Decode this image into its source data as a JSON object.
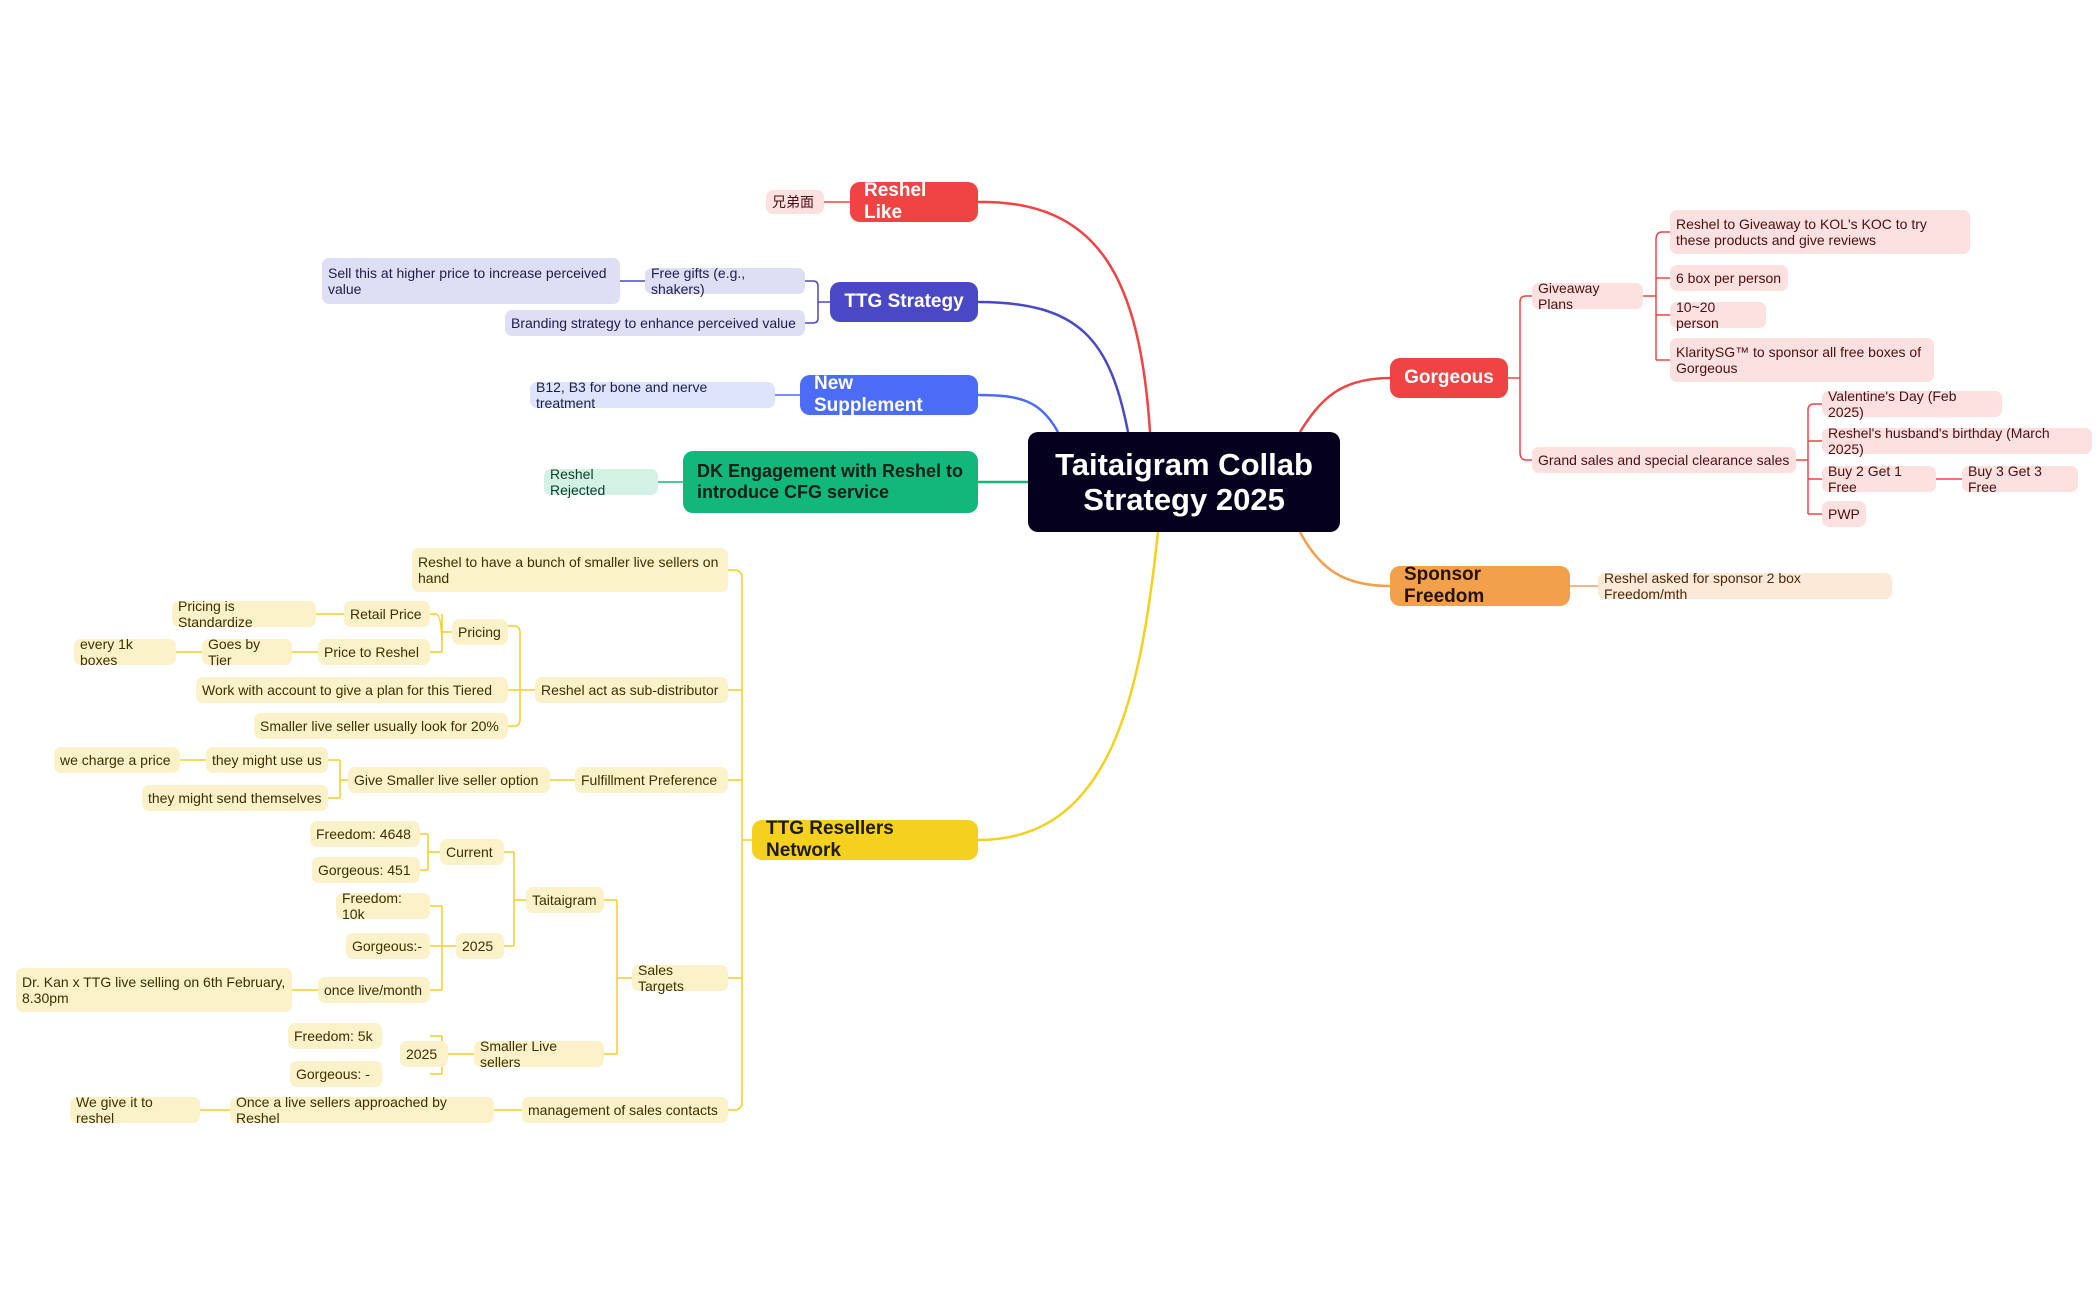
{
  "center": {
    "title": "Taitaigram Collab Strategy 2025"
  },
  "colors": {
    "red": "#f04444",
    "indigo": "#4a48c4",
    "blue": "#4a6cf6",
    "green": "#12b87a",
    "orange": "#f3a04c",
    "yellow": "#f3d11e",
    "center": "#05001d"
  },
  "branches": {
    "reshel_like": {
      "label": "Reshel Like",
      "children": [
        "兄弟面"
      ]
    },
    "ttg_strategy": {
      "label": "TTG Strategy",
      "free_gifts": "Free gifts (e.g., shakers)",
      "higher_price": "Sell this at higher price to increase perceived value",
      "branding": "Branding strategy to enhance perceived value"
    },
    "new_supplement": {
      "label": "New Supplement",
      "child": "B12, B3 for bone and nerve treatment"
    },
    "dk_engagement": {
      "label": "DK Engagement with Reshel to introduce CFG service",
      "child": "Reshel Rejected"
    },
    "ttg_resellers": {
      "label": "TTG Resellers Network",
      "smaller_live_sellers": "Reshel to have a bunch of smaller live sellers on hand",
      "sub_distributor": "Reshel act as sub-distributor",
      "pricing": "Pricing",
      "retail_price": "Retail Price",
      "pricing_standardize": "Pricing is Standardize",
      "price_to_reshel": "Price to Reshel",
      "goes_by_tier": "Goes by Tier",
      "every_1k": "every 1k boxes",
      "work_with_account": "Work with account to give a plan for this Tiered",
      "smaller_live_20": "Smaller live seller usually look for 20%",
      "fulfillment": "Fulfillment Preference",
      "give_option": "Give Smaller live seller option",
      "might_use_us": "they might use us",
      "we_charge": "we charge a price",
      "send_themselves": "they might send themselves",
      "sales_targets": "Sales Targets",
      "taitaigram": "Taitaigram",
      "current": "Current",
      "freedom_4648": "Freedom: 4648",
      "gorgeous_451": "Gorgeous: 451",
      "year_2025_a": "2025",
      "freedom_10k": "Freedom: 10k",
      "gorgeous_dash_a": "Gorgeous:-",
      "once_live": "once live/month",
      "dr_kan": "Dr. Kan x TTG live selling on 6th February, 8.30pm",
      "smaller_live_sellers_target": "Smaller Live sellers",
      "year_2025_b": "2025",
      "freedom_5k": "Freedom: 5k",
      "gorgeous_dash_b": "Gorgeous: -",
      "management": "management of sales contacts",
      "once_approached": "Once a live sellers approached by Reshel",
      "give_to_reshel": "We give it to reshel"
    },
    "gorgeous": {
      "label": "Gorgeous",
      "giveaway_plans": "Giveaway Plans",
      "giveaway_koc": "Reshel to Giveaway to KOL's KOC to try these products and give reviews",
      "six_box": "6 box per person",
      "ten_twenty": "10~20 person",
      "klarity": "KlaritySG™ to sponsor all free boxes of Gorgeous",
      "grand_sales": "Grand sales and special clearance sales",
      "valentine": "Valentine's Day (Feb 2025)",
      "husband_bday": "Reshel's husband's birthday (March 2025)",
      "buy2get1": "Buy 2 Get 1 Free",
      "buy3get3": "Buy 3 Get 3 Free",
      "pwp": "PWP"
    },
    "sponsor_freedom": {
      "label": "Sponsor Freedom",
      "child": "Reshel asked for sponsor 2 box Freedom/mth"
    }
  }
}
